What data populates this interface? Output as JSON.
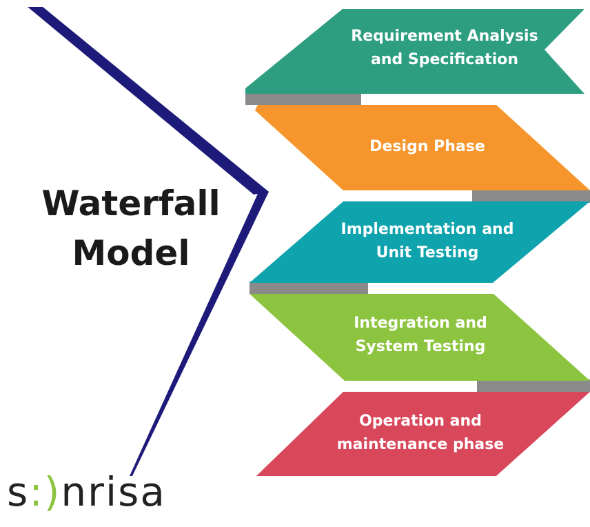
{
  "title": {
    "line1": "Waterfall",
    "line2": "Model"
  },
  "phases": [
    {
      "line1": "Requirement Analysis",
      "line2": "and Specification",
      "color": "#2d9e80"
    },
    {
      "line1": "Design Phase",
      "line2": "",
      "color": "#f6952b"
    },
    {
      "line1": "Implementation and",
      "line2": "Unit Testing",
      "color": "#0ea3ad"
    },
    {
      "line1": "Integration and",
      "line2": "System Testing",
      "color": "#8cc43f"
    },
    {
      "line1": "Operation and",
      "line2": "maintenance phase",
      "color": "#d8475a"
    }
  ],
  "connector_color": "#8a8a8a",
  "line_color": "#1e1a7a",
  "logo": {
    "s": "s",
    "colon": ":)",
    "rest": "nrisa"
  }
}
